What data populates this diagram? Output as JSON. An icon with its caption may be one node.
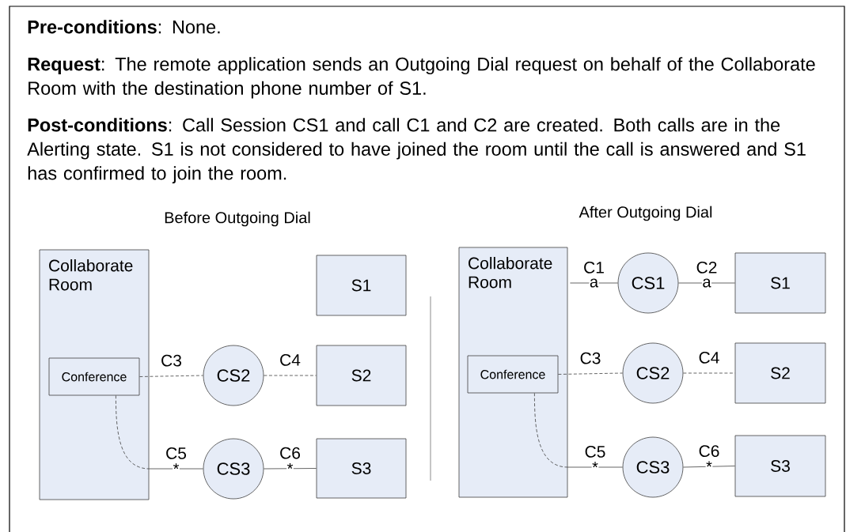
{
  "diagram": {
    "nodes": [
      {
        "text": [
          "Collaborate Room"
        ]
      },
      {
        "text": [
          "Conference"
        ],
        "in": 0
      },
      {
        "text": [
          "CS2"
        ]
      },
      {
        "text": [
          "S1"
        ]
      },
      {
        "text": [
          "S2"
        ]
      },
      {
        "text": [
          "CS3"
        ]
      },
      {
        "text": [
          "S3"
        ]
      },
      {
        "text": [
          "Collaborate Room"
        ]
      },
      {
        "text": [
          "Conference"
        ],
        "in": 7
      },
      {
        "text": [
          "CS1"
        ]
      },
      {
        "text": [
          "S1"
        ]
      },
      {
        "text": [
          "CS2"
        ]
      },
      {
        "text": [
          "S2"
        ]
      },
      {
        "text": [
          "CS3"
        ]
      },
      {
        "text": [
          "S3"
        ]
      }
    ],
    "edges": [
      {
        "from": 1,
        "to": 2,
        "arrow": "none",
        "label": "C3",
        "style": "dashed"
      },
      {
        "from": 2,
        "to": 4,
        "arrow": "none",
        "label": "C4",
        "style": "dashed"
      },
      {
        "from": 1,
        "to": 5,
        "arrow": "none",
        "label": "C5",
        "style": "dashed"
      },
      {
        "from": 5,
        "to": 6,
        "arrow": "none",
        "label": "C6"
      },
      {
        "from": 7,
        "to": 9,
        "arrow": "none",
        "label": "C1"
      },
      {
        "from": 9,
        "to": 10,
        "arrow": "none",
        "label": "C2"
      },
      {
        "from": 8,
        "to": 11,
        "arrow": "none",
        "label": "C3",
        "style": "dashed"
      },
      {
        "from": 11,
        "to": 12,
        "arrow": "none",
        "label": "C4",
        "style": "dashed"
      },
      {
        "from": 8,
        "to": 13,
        "arrow": "none",
        "label": "C5",
        "style": "dashed"
      },
      {
        "from": 13,
        "to": 14,
        "arrow": "none",
        "label": "C6"
      }
    ],
    "labels": [
      "**Pre-conditions**: None.",
      "**Request**: The remote application sends an Outgoing Dial request on behalf of the Collaborate Room with the destination phone number of S1.",
      "**Post-conditions**: Call Session CS1 and call C1 and C2 are created. Both calls are in the Alerting state. S1 is not considered to have joined the room until the call is answered and S1 has confirmed to join the room.",
      "Before Outgoing Dial",
      "After Outgoing Dial",
      "*",
      "*",
      "a",
      "a",
      "*",
      "*"
    ]
  }
}
